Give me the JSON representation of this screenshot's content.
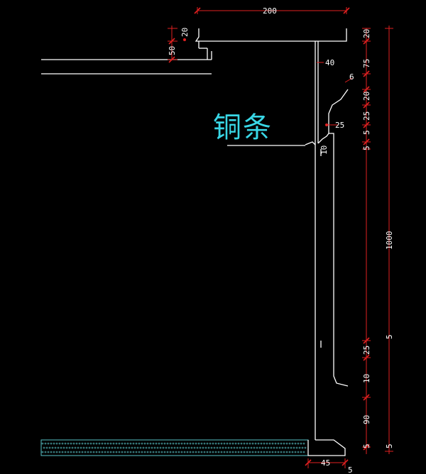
{
  "drawing": {
    "callout_label": "铜条",
    "dims": {
      "top_width": "200",
      "total_height": "1000",
      "top_lip": "20",
      "sill_depth": "50",
      "right_1": "20",
      "right_2": "75",
      "right_3": "20",
      "right_4": "25",
      "right_5": "5",
      "right_6": "5",
      "right_7": "25",
      "right_8": "10",
      "right_9": "90",
      "right_10": "5",
      "inner_1": "40",
      "inner_2": "25",
      "inner_3": "6",
      "inner_4": "10",
      "bottom_width": "45",
      "bottom_5": "5"
    },
    "colors": {
      "background": "#000000",
      "lines": "#ffffff",
      "dimension_lines": "#e02020",
      "callout": "#39d7e6",
      "ground_hatch": "#59c3c8"
    }
  }
}
